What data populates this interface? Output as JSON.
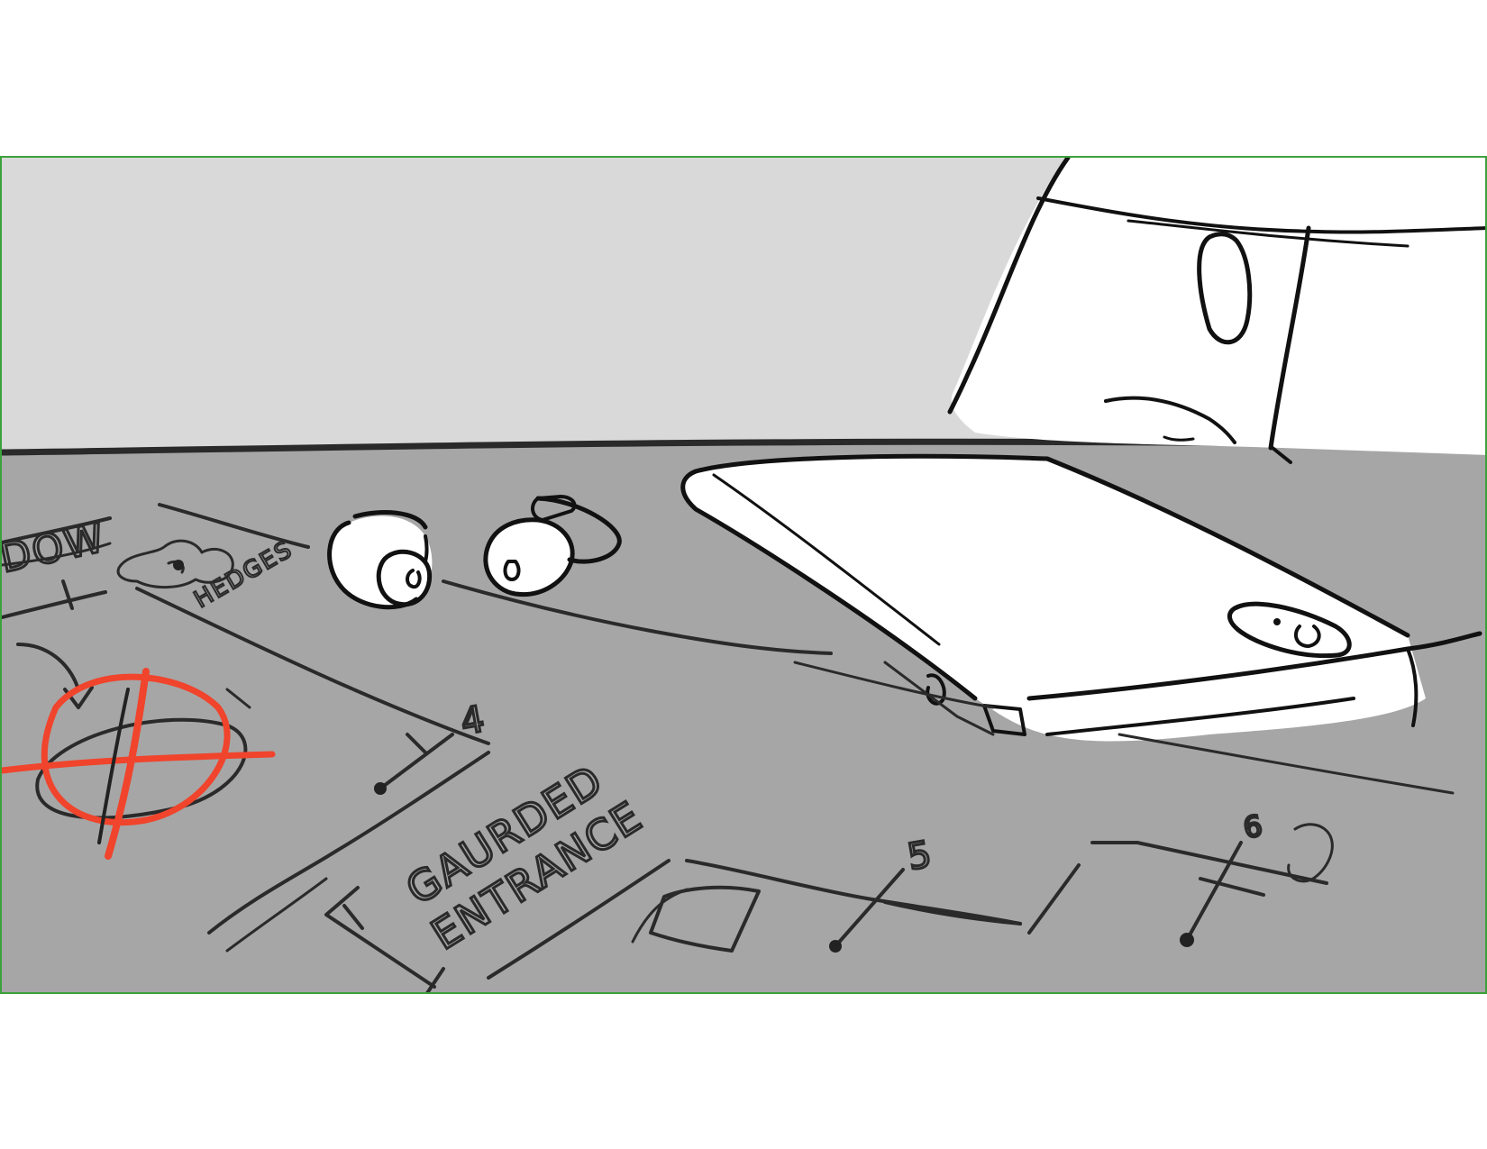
{
  "frame": {
    "border_color": "#3ca03c",
    "wall_color": "#d9d9d9",
    "table_color": "#a6a6a6",
    "mark_color": "#f0442c"
  },
  "map_labels": {
    "window_fragment": "DOW",
    "hedges": "HEDGES",
    "entrance_line1": "GAURDED",
    "entrance_line2": "ENTRANCE",
    "point_4": "4",
    "point_5": "5",
    "point_6": "6"
  }
}
